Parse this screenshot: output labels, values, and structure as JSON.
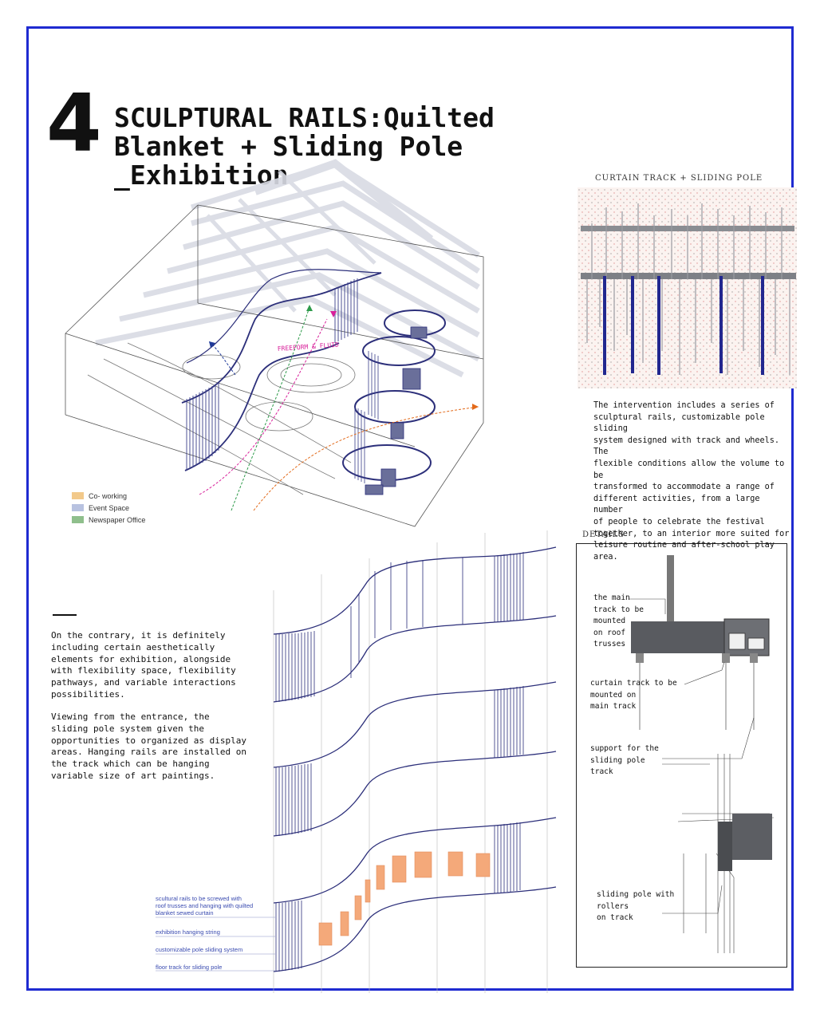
{
  "page": {
    "number": "4",
    "title_lines": [
      "SCULPTURAL RAILS:Quilted",
      "Blanket + Sliding Pole",
      "_Exhibition"
    ]
  },
  "axon": {
    "annotation": "FREEFORM & FLUID",
    "legend": [
      {
        "label": "Co- working",
        "color": "#f2c98a"
      },
      {
        "label": "Event Space",
        "color": "#b8c2e0"
      },
      {
        "label": "Newspaper Office",
        "color": "#8fbf8c"
      }
    ]
  },
  "track_view": {
    "caption": "CURTAIN TRACK + SLIDING POLE"
  },
  "intervention_text": [
    "The intervention includes a series of",
    "sculptural rails, customizable pole sliding",
    "system designed with track and wheels. The",
    "flexible conditions allow the volume to be",
    "transformed to accommodate a range of",
    "different activities, from a large number",
    "of people to celebrate the festival",
    "together, to an interior more suited for",
    "leisure routine and after-school play area."
  ],
  "left_text": {
    "para1": [
      "On the contrary, it is definitely",
      "including certain aesthetically",
      "elements for exhibition, alongside",
      "with flexibility space, flexibility",
      "pathways, and variable interactions",
      "possibilities."
    ],
    "para2": [
      "Viewing from the entrance, the",
      "sliding pole system given the",
      "opportunities to organized as display",
      "areas. Hanging rails are installed on",
      "the track which can be hanging",
      "variable size of art paintings."
    ]
  },
  "elevation_callouts": [
    {
      "lines": [
        "scultural rails to be screwed with",
        "roof trusses and hanging with quilted",
        "blanket sewed curtain"
      ]
    },
    {
      "lines": [
        "exhibition hanging string"
      ]
    },
    {
      "lines": [
        "customizable pole sliding system"
      ]
    },
    {
      "lines": [
        "floor track for sliding pole"
      ]
    }
  ],
  "details": {
    "heading": "DETAILS",
    "labels": [
      {
        "lines": [
          "the main",
          "track to be",
          "mounted",
          "on roof",
          "trusses"
        ]
      },
      {
        "lines": [
          "curtain track to be",
          "mounted on",
          "main track"
        ]
      },
      {
        "lines": [
          "support for the",
          "sliding pole",
          "track"
        ]
      },
      {
        "lines": [
          "sliding pole with",
          "rollers",
          "on track"
        ]
      }
    ]
  }
}
